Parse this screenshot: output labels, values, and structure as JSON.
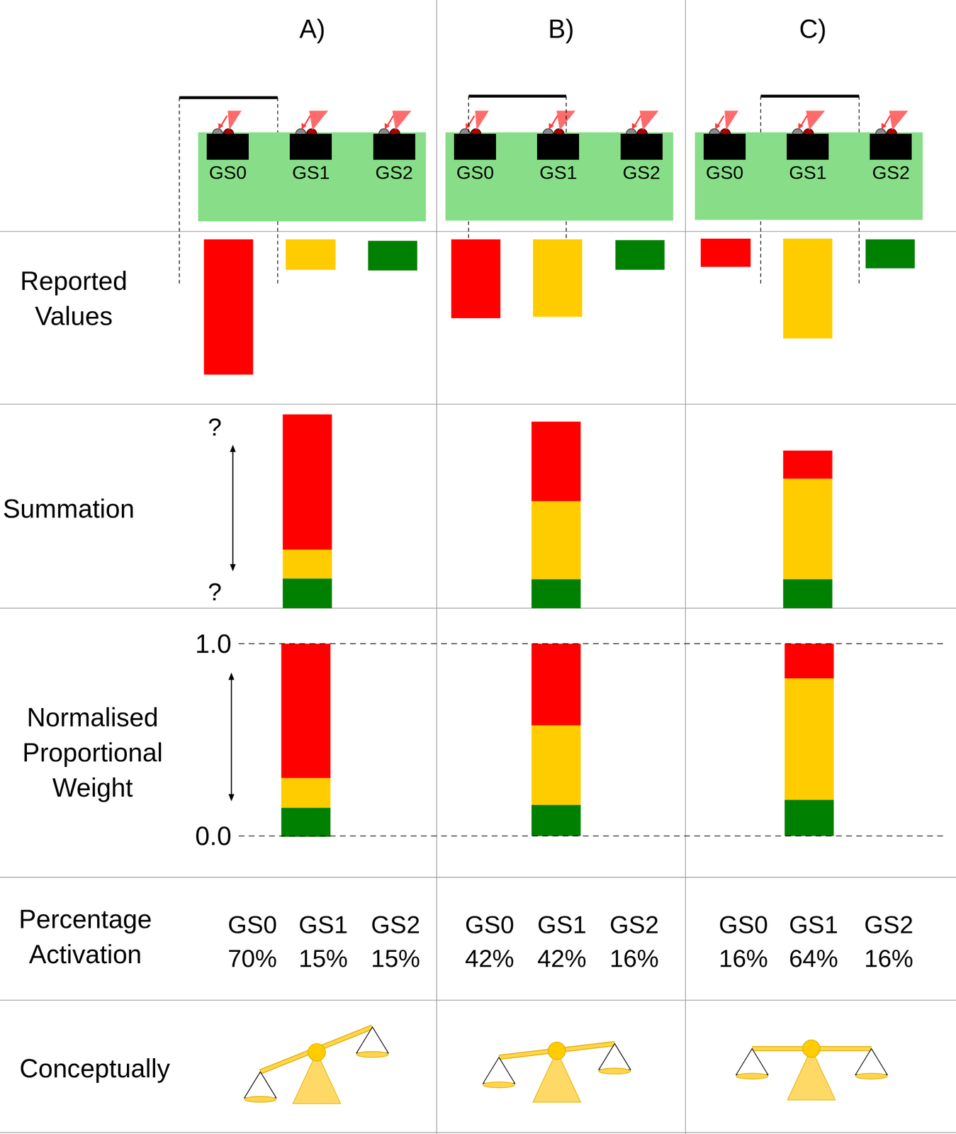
{
  "diagram": {
    "nodes": [
      {
        "text": [
          "GS0"
        ]
      },
      {
        "text": [
          "GS1"
        ]
      },
      {
        "text": [
          "GS2"
        ]
      },
      {
        "text": [
          "GS0"
        ]
      },
      {
        "text": [
          "GS1"
        ]
      },
      {
        "text": [
          "GS2"
        ]
      },
      {
        "text": [
          "GS0"
        ]
      },
      {
        "text": [
          "GS1"
        ]
      },
      {
        "text": [
          "GS2"
        ]
      }
    ],
    "labels": [
      "A)",
      "B)",
      "C)",
      "Reported Values",
      "Summation",
      "?",
      "?",
      "Normalised Proportional Weight",
      "1.0",
      "0.0",
      "Percentage Activation",
      "GS0",
      "GS1",
      "GS2",
      "70%",
      "15%",
      "15%",
      "GS0",
      "GS1",
      "GS2",
      "42%",
      "42%",
      "16%",
      "GS0",
      "GS1",
      "GS2",
      "16%",
      "64%",
      "16%",
      "Conceptually"
    ]
  }
}
